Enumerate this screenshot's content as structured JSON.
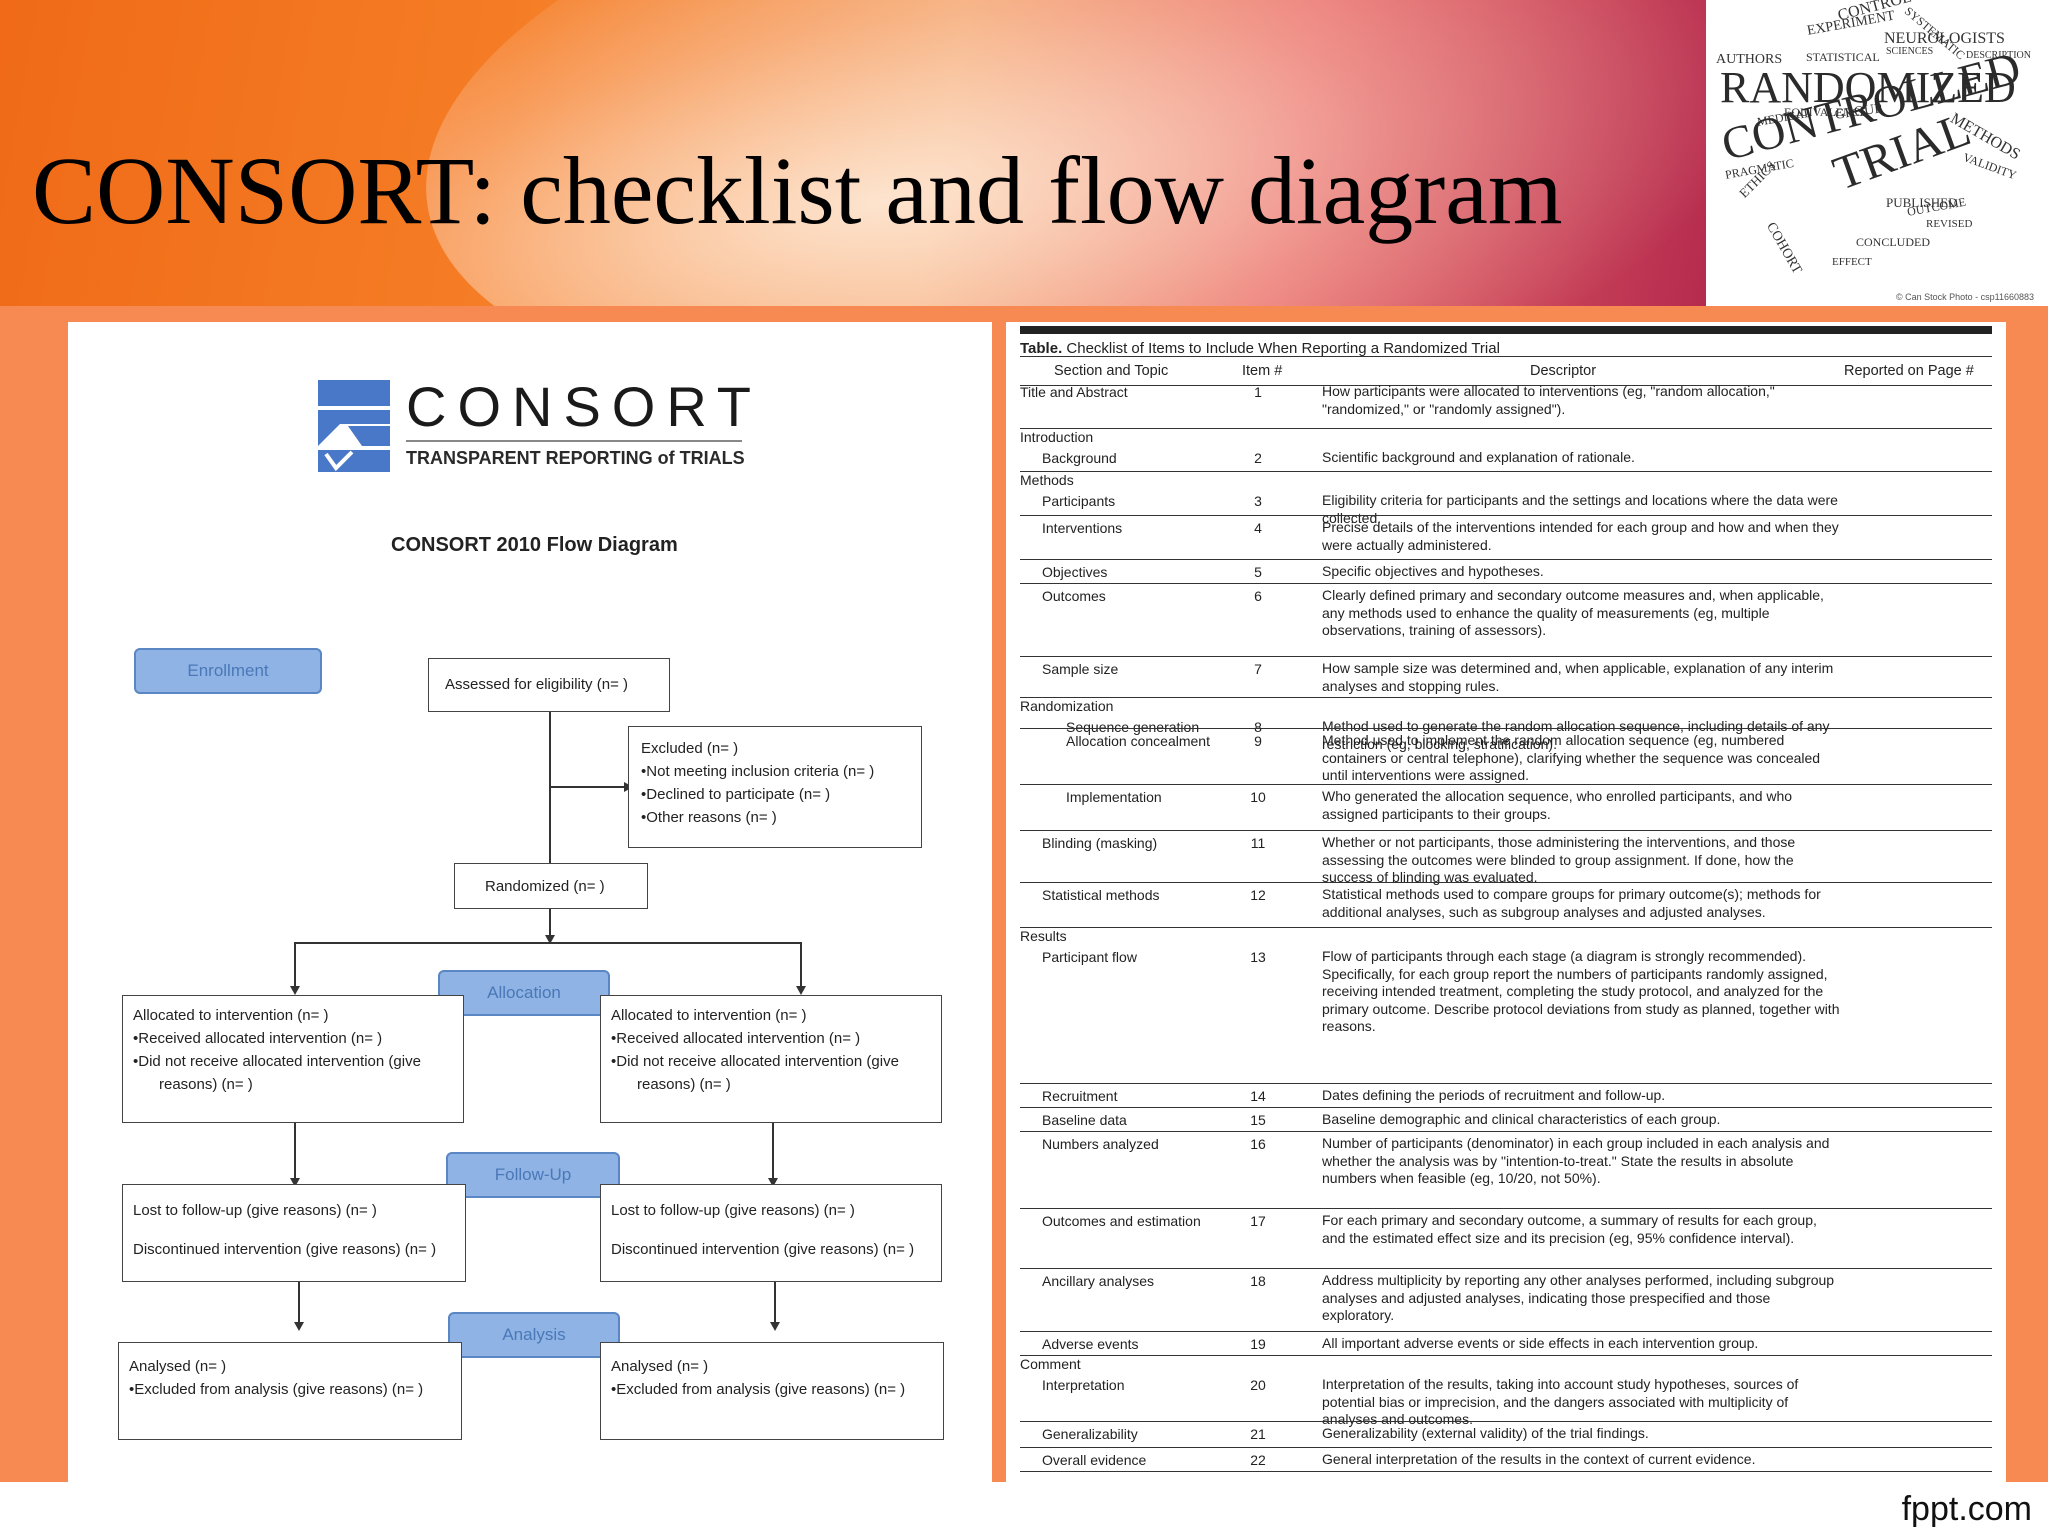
{
  "slide": {
    "title": "CONSORT: checklist and flow diagram",
    "footer_brand": "fppt.com"
  },
  "word_cloud": {
    "words": [
      "CONTROL",
      "SYSTEMATIC",
      "EXPERIMENT",
      "NEUROLOGISTS",
      "AUTHORS",
      "STATISTICAL",
      "SCIENCES",
      "DESCRIPTION",
      "RANDOMIZED",
      "EQUIVALENCE",
      "MEDICAL",
      "GROUP",
      "CONTROLLED",
      "PRAGMATIC",
      "TRIAL",
      "METHODS",
      "VALIDITY",
      "ETHICS",
      "PUBLISHED",
      "COHORT",
      "REVISED",
      "CONCLUDED",
      "EFFECT",
      "OUTCOME"
    ],
    "credit": "© Can Stock Photo - csp11660883"
  },
  "flow": {
    "logo_word": "CONSORT",
    "logo_subtitle": "TRANSPARENT REPORTING of TRIALS",
    "diagram_title": "CONSORT 2010 Flow Diagram",
    "stages": {
      "enrollment": "Enrollment",
      "allocation": "Allocation",
      "followup": "Follow-Up",
      "analysis": "Analysis"
    },
    "assessed": "Assessed for eligibility (n=  )",
    "excluded": [
      "Excluded  (n=  )",
      "Not meeting inclusion criteria (n=  )",
      "Declined to participate (n=  )",
      "Other reasons (n=  )"
    ],
    "randomized": "Randomized (n=  )",
    "allocated_left": [
      "Allocated to intervention (n=  )",
      "Received allocated intervention (n=  )",
      "Did not receive allocated intervention (give",
      "reasons) (n=  )"
    ],
    "allocated_right": [
      "Allocated to intervention (n=  )",
      "Received allocated intervention (n=  )",
      "Did not receive allocated intervention (give",
      "reasons) (n=  )"
    ],
    "followup_left": [
      "Lost to follow-up (give reasons) (n=  )",
      "Discontinued intervention (give reasons) (n=  )"
    ],
    "followup_right": [
      "Lost to follow-up (give reasons) (n=  )",
      "Discontinued intervention (give reasons) (n=  )"
    ],
    "analysis_left": [
      "Analysed  (n=  )",
      "Excluded from analysis (give reasons) (n=  )"
    ],
    "analysis_right": [
      "Analysed  (n=  )",
      "Excluded from analysis (give reasons) (n=  )"
    ]
  },
  "checklist": {
    "caption_bold": "Table.",
    "caption_rest": " Checklist of Items to Include When Reporting a Randomized Trial",
    "headers": [
      "Section and Topic",
      "Item #",
      "Descriptor",
      "Reported on Page #"
    ],
    "rows": [
      {
        "group": "",
        "topic": "Title and Abstract",
        "indent": 0,
        "item": "1",
        "desc": "How participants were allocated to interventions (eg, \"random allocation,\" \"randomized,\" or \"randomly assigned\")."
      },
      {
        "group": "Introduction",
        "topic": "Background",
        "indent": 1,
        "item": "2",
        "desc": "Scientific background and explanation of rationale."
      },
      {
        "group": "Methods",
        "topic": "Participants",
        "indent": 1,
        "item": "3",
        "desc": "Eligibility criteria for participants and the settings and locations where the data were collected."
      },
      {
        "group": "",
        "topic": "Interventions",
        "indent": 1,
        "item": "4",
        "desc": "Precise details of the interventions intended for each group and how and when they were actually administered."
      },
      {
        "group": "",
        "topic": "Objectives",
        "indent": 1,
        "item": "5",
        "desc": "Specific objectives and hypotheses."
      },
      {
        "group": "",
        "topic": "Outcomes",
        "indent": 1,
        "item": "6",
        "desc": "Clearly defined primary and secondary outcome measures and, when applicable, any methods used to enhance the quality of measurements (eg, multiple observations, training of assessors)."
      },
      {
        "group": "",
        "topic": "Sample size",
        "indent": 1,
        "item": "7",
        "desc": "How sample size was determined and, when applicable, explanation of any interim analyses and stopping rules."
      },
      {
        "group": "Randomization",
        "topic": "Sequence generation",
        "indent": 2,
        "item": "8",
        "desc": "Method used to generate the random allocation sequence, including details of any restriction (eg, blocking, stratification)."
      },
      {
        "group": "",
        "topic": "Allocation concealment",
        "indent": 2,
        "item": "9",
        "desc": "Method used to implement the random allocation sequence (eg, numbered containers or central telephone), clarifying whether the sequence was concealed until interventions were assigned."
      },
      {
        "group": "",
        "topic": "Implementation",
        "indent": 2,
        "item": "10",
        "desc": "Who generated the allocation sequence, who enrolled participants, and who assigned participants to their groups."
      },
      {
        "group": "",
        "topic": "Blinding (masking)",
        "indent": 1,
        "item": "11",
        "desc": "Whether or not participants, those administering the interventions, and those assessing the outcomes were blinded to group assignment. If done, how the success of blinding was evaluated."
      },
      {
        "group": "",
        "topic": "Statistical methods",
        "indent": 1,
        "item": "12",
        "desc": "Statistical methods used to compare groups for primary outcome(s); methods for additional analyses, such as subgroup analyses and adjusted analyses."
      },
      {
        "group": "Results",
        "topic": "Participant flow",
        "indent": 1,
        "item": "13",
        "desc": "Flow of participants through each stage (a diagram is strongly recommended). Specifically, for each group report the numbers of participants randomly assigned, receiving intended treatment, completing the study protocol, and analyzed for the primary outcome. Describe protocol deviations from study as planned, together with reasons."
      },
      {
        "group": "",
        "topic": "Recruitment",
        "indent": 1,
        "item": "14",
        "desc": "Dates defining the periods of recruitment and follow-up."
      },
      {
        "group": "",
        "topic": "Baseline data",
        "indent": 1,
        "item": "15",
        "desc": "Baseline demographic and clinical characteristics of each group."
      },
      {
        "group": "",
        "topic": "Numbers analyzed",
        "indent": 1,
        "item": "16",
        "desc": "Number of participants (denominator) in each group included in each analysis and whether the analysis was by \"intention-to-treat.\" State the results in absolute numbers when feasible (eg, 10/20, not 50%)."
      },
      {
        "group": "",
        "topic": "Outcomes and estimation",
        "indent": 1,
        "item": "17",
        "desc": "For each primary and secondary outcome, a summary of results for each group, and the estimated effect size and its precision (eg, 95% confidence interval)."
      },
      {
        "group": "",
        "topic": "Ancillary analyses",
        "indent": 1,
        "item": "18",
        "desc": "Address multiplicity by reporting any other analyses performed, including subgroup analyses and adjusted analyses, indicating those prespecified and those exploratory."
      },
      {
        "group": "",
        "topic": "Adverse events",
        "indent": 1,
        "item": "19",
        "desc": "All important adverse events or side effects in each intervention group."
      },
      {
        "group": "Comment",
        "topic": "Interpretation",
        "indent": 1,
        "item": "20",
        "desc": "Interpretation of the results, taking into account study hypotheses, sources of potential bias or imprecision, and the dangers associated with multiplicity of analyses and outcomes."
      },
      {
        "group": "",
        "topic": "Generalizability",
        "indent": 1,
        "item": "21",
        "desc": "Generalizability (external validity) of the trial findings."
      },
      {
        "group": "",
        "topic": "Overall evidence",
        "indent": 1,
        "item": "22",
        "desc": "General interpretation of the results in the context of current evidence."
      }
    ]
  }
}
